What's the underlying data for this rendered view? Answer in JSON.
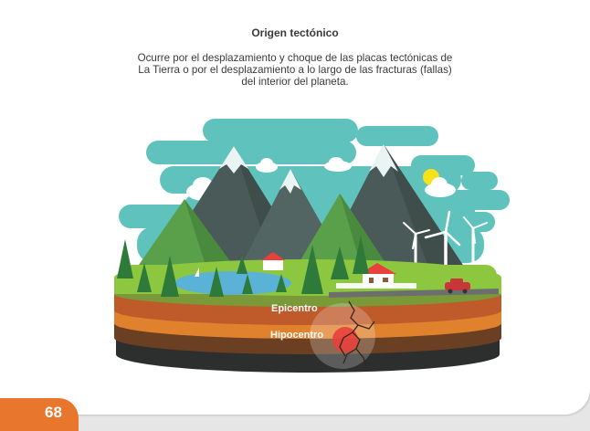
{
  "section_title": "Origen tectónico",
  "paragraph": {
    "lines": [
      "Ocurre por el desplazamiento y choque de las placas tectónicas de",
      "La Tierra o por el desplazamiento a lo largo de las fracturas (fallas)",
      "del interior del planeta."
    ]
  },
  "illustration": {
    "labels": {
      "epicenter": "Epicentro",
      "hypocenter": "Hipocentro"
    }
  },
  "footer": {
    "page_number": "68"
  },
  "colors": {
    "accent": "#e8762c",
    "sky_cloud": "#5fc2bd",
    "grass": "#8dc63f",
    "mountain": "#4a5a58",
    "lake": "#5ab3d6"
  }
}
